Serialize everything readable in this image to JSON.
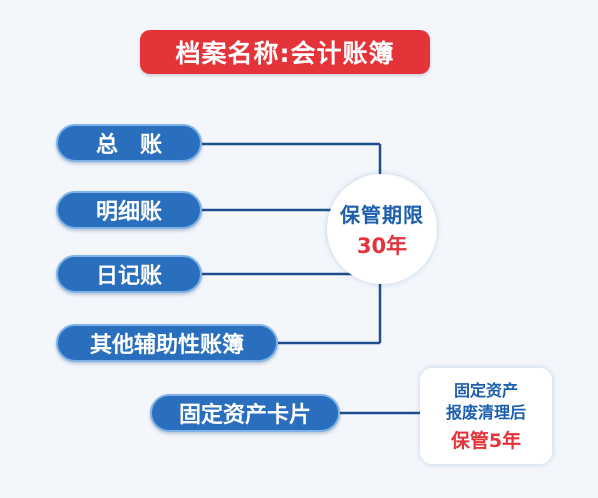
{
  "title": "档案名称:会计账簿",
  "items": [
    {
      "label": "总　账"
    },
    {
      "label": "明细账"
    },
    {
      "label": "日记账"
    },
    {
      "label": "其他辅助性账簿"
    },
    {
      "label": "固定资产卡片"
    }
  ],
  "retention_main": {
    "label": "保管期限",
    "period": "30年"
  },
  "retention_asset": {
    "line1": "固定资产",
    "line2": "报废清理后",
    "period": "保管5年"
  },
  "colors": {
    "title_bg": "#e5333a",
    "pill_bg": "#2a6fbd",
    "line": "#1d4f8c",
    "accent_red": "#e5333a",
    "accent_blue": "#1d5fae"
  }
}
